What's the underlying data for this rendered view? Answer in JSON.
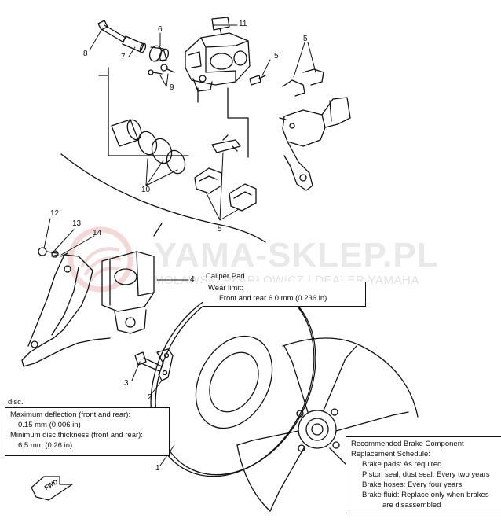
{
  "watermark": {
    "brand": "YAMA-SKLEP.PL",
    "subtitle": "MOŁAWSKI PŁARŁOWICZ | DEALER YAMAHA",
    "logo_color": "#e8a8a8"
  },
  "callouts": {
    "n1": "1",
    "n2": "2",
    "n3": "3",
    "n4": "4",
    "n5a": "5",
    "n5b": "5",
    "n6": "6",
    "n7": "7",
    "n8": "8",
    "n9": "9",
    "n10": "10",
    "n11": "11",
    "n12": "12",
    "n13": "13",
    "n14": "14"
  },
  "caliper_spec": {
    "header": "Caliper   Pad",
    "wear_limit_label": "Wear limit:",
    "wear_limit_value": "Front and rear 6.0 mm (0.236 in)"
  },
  "disc_spec": {
    "title": "disc.",
    "line1": "Maximum deflection (front and rear):",
    "line2": "0.15 mm (0.006 in)",
    "line3": "Minimum disc thickness (front and rear):",
    "line4": "6.5 mm   (0.26 in)"
  },
  "schedule": {
    "line1": "Recommended Brake Component",
    "line2": "Replacement Schedule:",
    "line3": "Brake pads:  As required",
    "line4": "Piston seal, dust seal:  Every two years",
    "line5": "Brake hoses:  Every four years",
    "line6": "Brake fluid:  Replace only when brakes",
    "line7": "are disassembled"
  },
  "fwd_arrow_label": "FWD"
}
